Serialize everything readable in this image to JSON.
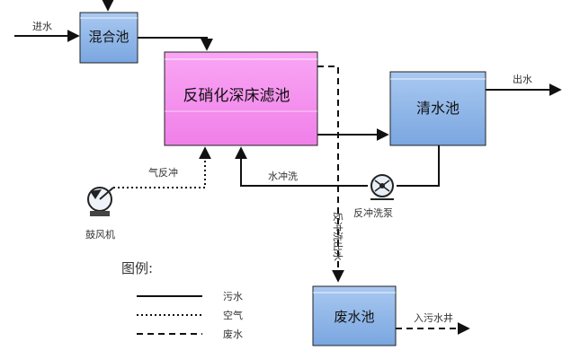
{
  "diagram": {
    "tanks": {
      "mix": "混合池",
      "filter": "反硝化深床滤池",
      "clear": "清水池",
      "waste": "废水池"
    },
    "labels": {
      "inlet": "进水",
      "outlet": "出水",
      "air_backwash": "气反冲",
      "water_backwash": "水冲洗",
      "backwash_pump": "反冲洗泵",
      "blower": "鼓风机",
      "backwash_wastewater": "反冲洗出水",
      "to_sewer": "入污水井"
    },
    "legend": {
      "title": "图例:",
      "items": [
        {
          "style": "solid",
          "label": "污水"
        },
        {
          "style": "dotted",
          "label": "空气"
        },
        {
          "style": "dashed",
          "label": "废水"
        }
      ]
    },
    "colors": {
      "tank_blue": "#8fb8ea",
      "tank_pink": "#f78ef0",
      "line": "#111111"
    }
  }
}
